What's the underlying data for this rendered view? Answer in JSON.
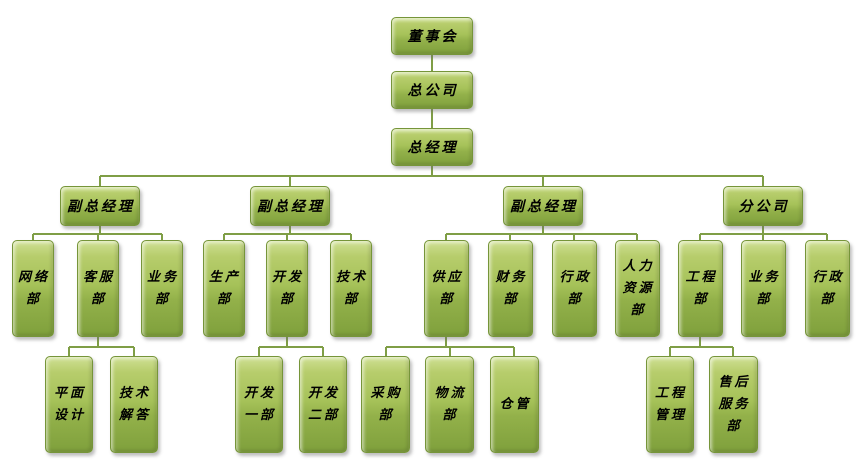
{
  "diagram": {
    "type": "org-chart",
    "language": "zh-CN",
    "description_label": "公司组织结构图"
  },
  "colors": {
    "background": "#ffffff",
    "box_fill_top": "#cfe094",
    "box_fill_mid": "#a6c259",
    "box_fill_bottom": "#7fa03c",
    "box_border": "#769539",
    "connector": "#7f9e46",
    "text": "#000000"
  },
  "nodes": {
    "board": {
      "label": "董事会",
      "lines": [
        "董事会"
      ]
    },
    "head_office": {
      "label": "总公司",
      "lines": [
        "总公司"
      ]
    },
    "general_manager": {
      "label": "总经理",
      "lines": [
        "总经理"
      ]
    },
    "deputy_gm_1": {
      "label": "副总经理",
      "lines": [
        "副总经理"
      ]
    },
    "deputy_gm_2": {
      "label": "副总经理",
      "lines": [
        "副总经理"
      ]
    },
    "deputy_gm_3": {
      "label": "副总经理",
      "lines": [
        "副总经理"
      ]
    },
    "branch_company": {
      "label": "分公司",
      "lines": [
        "分公司"
      ]
    },
    "network_dept": {
      "label": "网络部",
      "lines": [
        "网络",
        "部"
      ]
    },
    "customer_service_dept": {
      "label": "客服部",
      "lines": [
        "客服",
        "部"
      ]
    },
    "business_dept_1": {
      "label": "业务部",
      "lines": [
        "业务",
        "部"
      ]
    },
    "production_dept": {
      "label": "生产部",
      "lines": [
        "生产",
        "部"
      ]
    },
    "development_dept": {
      "label": "开发部",
      "lines": [
        "开发",
        "部"
      ]
    },
    "technology_dept": {
      "label": "技术部",
      "lines": [
        "技术",
        "部"
      ]
    },
    "supply_dept": {
      "label": "供应部",
      "lines": [
        "供应",
        "部"
      ]
    },
    "finance_dept": {
      "label": "财务部",
      "lines": [
        "财务",
        "部"
      ]
    },
    "admin_dept_1": {
      "label": "行政部",
      "lines": [
        "行政",
        "部"
      ]
    },
    "hr_dept": {
      "label": "人力资源部",
      "lines": [
        "人力",
        "资源",
        "部"
      ]
    },
    "engineering_dept": {
      "label": "工程部",
      "lines": [
        "工程",
        "部"
      ]
    },
    "business_dept_2": {
      "label": "业务部",
      "lines": [
        "业务",
        "部"
      ]
    },
    "admin_dept_2": {
      "label": "行政部",
      "lines": [
        "行政",
        "部"
      ]
    },
    "graphic_design": {
      "label": "平面设计",
      "lines": [
        "平面",
        "设计"
      ]
    },
    "tech_support": {
      "label": "技术解答",
      "lines": [
        "技术",
        "解答"
      ]
    },
    "dev_dept_1": {
      "label": "开发一部",
      "lines": [
        "开发",
        "一部"
      ]
    },
    "dev_dept_2": {
      "label": "开发二部",
      "lines": [
        "开发",
        "二部"
      ]
    },
    "purchasing_dept": {
      "label": "采购部",
      "lines": [
        "采购",
        "部"
      ]
    },
    "logistics_dept": {
      "label": "物流部",
      "lines": [
        "物流",
        "部"
      ]
    },
    "warehouse": {
      "label": "仓管",
      "lines": [
        "仓管"
      ]
    },
    "eng_management": {
      "label": "工程管理",
      "lines": [
        "工程",
        "管理"
      ]
    },
    "aftersales_dept": {
      "label": "售后服务部",
      "lines": [
        "售后",
        "服务",
        "部"
      ]
    }
  },
  "hierarchy": {
    "id": "board",
    "children": [
      {
        "id": "head_office",
        "children": [
          {
            "id": "general_manager",
            "children": [
              {
                "id": "deputy_gm_1",
                "children": [
                  {
                    "id": "network_dept"
                  },
                  {
                    "id": "customer_service_dept",
                    "children": [
                      {
                        "id": "graphic_design"
                      },
                      {
                        "id": "tech_support"
                      }
                    ]
                  },
                  {
                    "id": "business_dept_1"
                  }
                ]
              },
              {
                "id": "deputy_gm_2",
                "children": [
                  {
                    "id": "production_dept"
                  },
                  {
                    "id": "development_dept",
                    "children": [
                      {
                        "id": "dev_dept_1"
                      },
                      {
                        "id": "dev_dept_2"
                      }
                    ]
                  },
                  {
                    "id": "technology_dept"
                  }
                ]
              },
              {
                "id": "deputy_gm_3",
                "children": [
                  {
                    "id": "supply_dept",
                    "children": [
                      {
                        "id": "purchasing_dept"
                      },
                      {
                        "id": "logistics_dept"
                      },
                      {
                        "id": "warehouse"
                      }
                    ]
                  },
                  {
                    "id": "finance_dept"
                  },
                  {
                    "id": "admin_dept_1"
                  },
                  {
                    "id": "hr_dept"
                  }
                ]
              },
              {
                "id": "branch_company",
                "children": [
                  {
                    "id": "engineering_dept",
                    "children": [
                      {
                        "id": "eng_management"
                      },
                      {
                        "id": "aftersales_dept"
                      }
                    ]
                  },
                  {
                    "id": "business_dept_2"
                  },
                  {
                    "id": "admin_dept_2"
                  }
                ]
              }
            ]
          }
        ]
      }
    ]
  }
}
